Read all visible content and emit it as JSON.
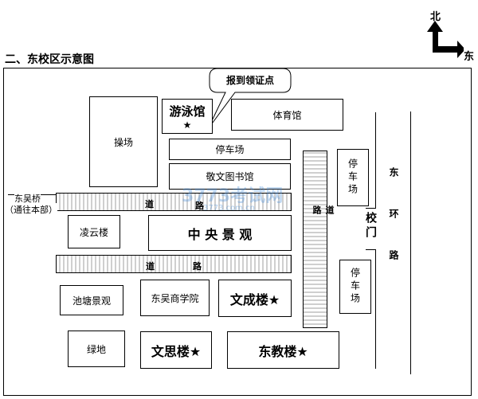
{
  "title": "二、东校区示意图",
  "compass": {
    "north": "北",
    "east": "东"
  },
  "callout": "报到领证点",
  "buildings": {
    "natatorium": "游泳馆",
    "star": "★",
    "gym": "体育馆",
    "playground": "操场",
    "parking_top": "停车场",
    "library": "敬文图书馆",
    "central_view": "中 央 景 观",
    "lingyun": "凌云楼",
    "pond": "池塘景观",
    "dongwu_business": "东吴商学院",
    "wencheng": "文成楼★",
    "greenland": "绿地",
    "wensi": "文思楼★",
    "dongjiao": "东教楼★",
    "parking_right_top": "停车场",
    "parking_right_bottom": "停车场"
  },
  "roads": {
    "road_char_1": "道",
    "road_char_2": "路",
    "vertical_road": "道路",
    "east_ring": "东环路"
  },
  "gate": "校门",
  "bridge": {
    "name": "东吴桥",
    "note": "（通往本部）"
  },
  "watermark": {
    "main": "3773考试网",
    "url": "3773.com.cn"
  },
  "colors": {
    "watermark": "#4a90d9",
    "line": "#000000"
  }
}
